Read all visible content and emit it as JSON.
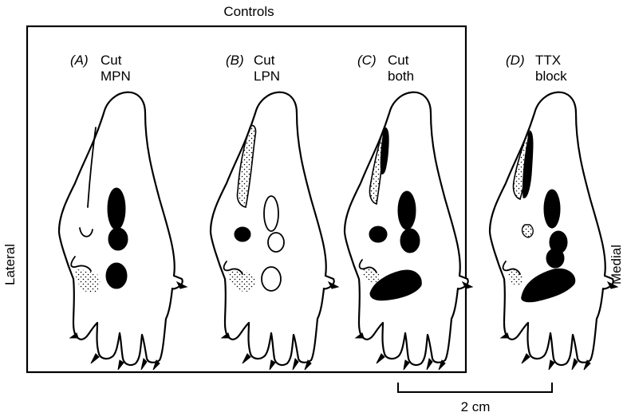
{
  "figure": {
    "group_title": "Controls",
    "side_left": "Lateral",
    "side_right": "Medial",
    "scale_bar": "2 cm"
  },
  "panels": [
    {
      "letter": "(A)",
      "line1": "Cut",
      "line2": "MPN"
    },
    {
      "letter": "(B)",
      "line1": "Cut",
      "line2": "LPN"
    },
    {
      "letter": "(C)",
      "line1": "Cut",
      "line2": "both"
    },
    {
      "letter": "(D)",
      "line1": "TTX",
      "line2": "block"
    }
  ]
}
